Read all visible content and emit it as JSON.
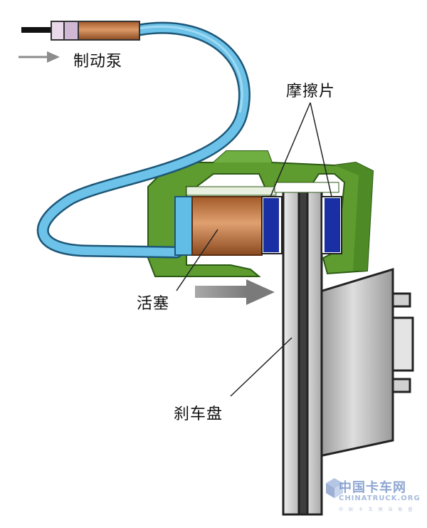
{
  "labels": {
    "brake_pump": "制动泵",
    "friction_pads": "摩擦片",
    "piston": "活塞",
    "brake_disc": "刹车盘"
  },
  "watermark": {
    "cn": "中国卡车网",
    "en": "CHINATRUCK.ORG",
    "sub": "中 国 卡 车 网 站 联 盟"
  },
  "colors": {
    "hose": "#5fb8e2",
    "caliper": "#6aa63c",
    "piston": "#c47840",
    "pads": "#1a2fa4",
    "disc": "#9a9a9a",
    "arrow": "#8c8c8c"
  }
}
